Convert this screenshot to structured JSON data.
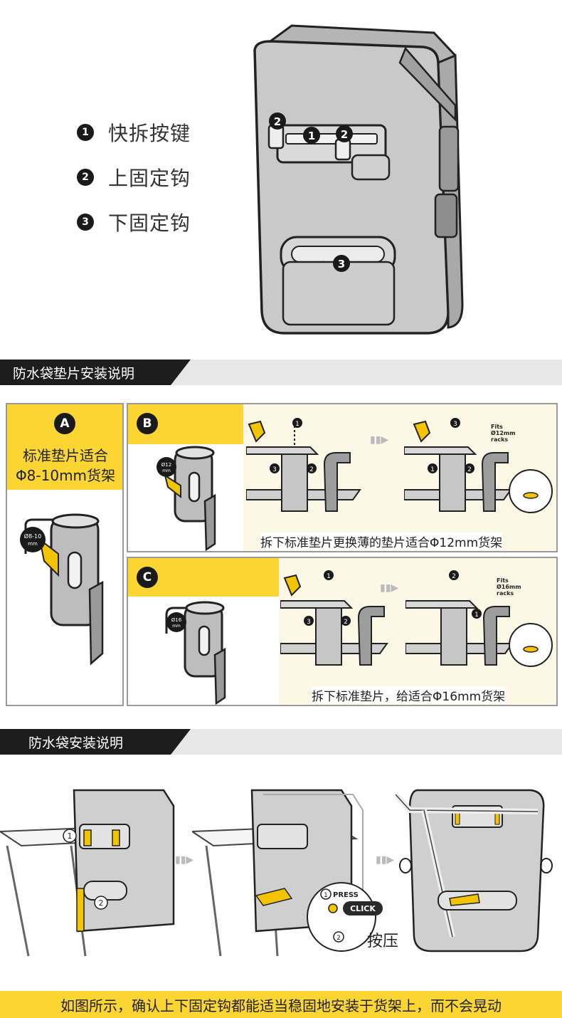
{
  "legend": {
    "items": [
      {
        "num": "1",
        "label": "快拆按键"
      },
      {
        "num": "2",
        "label": "上固定钩"
      },
      {
        "num": "3",
        "label": "下固定钩"
      }
    ]
  },
  "bag_callouts": [
    "2",
    "1",
    "2",
    "3"
  ],
  "section1": {
    "title": "防水袋垫片安装说明"
  },
  "panel_a": {
    "letter": "A",
    "line1": "标准垫片适合",
    "line2": "Φ8-10mm货架",
    "spacer_label": "Ø8-10\nmm"
  },
  "panel_b": {
    "letter": "B",
    "spacer_label": "Ø12\nmm",
    "caption": "拆下标准垫片更换薄的垫片适合Φ12mm货架",
    "fits_label": "Fits\nØ12mm\nracks",
    "steps_left": [
      "1",
      "3",
      "2"
    ],
    "steps_right": [
      "3",
      "1",
      "2"
    ]
  },
  "panel_c": {
    "letter": "C",
    "spacer_label": "Ø16\nmm",
    "caption": "拆下标准垫片，给适合Φ16mm货架",
    "fits_label": "Fits\nØ16mm\nracks",
    "steps_left": [
      "1",
      "3",
      "2"
    ],
    "steps_right": [
      "2",
      "1"
    ]
  },
  "section2": {
    "title": "防水袋安装说明"
  },
  "install": {
    "step1_callouts": [
      "1",
      "2"
    ],
    "press_label": "PRESS",
    "press_num": "1",
    "click_label": "CLICK",
    "release_num": "2",
    "press_caption": "按压"
  },
  "footer": {
    "text": "如图所示，确认上下固定钩都能适当稳固地安装于货架上，而不会晃动"
  },
  "colors": {
    "accent_yellow": "#fbd632",
    "dark": "#1d1d1d",
    "cream": "#fdf7e6",
    "bag_gray": "#c9c9c9"
  }
}
